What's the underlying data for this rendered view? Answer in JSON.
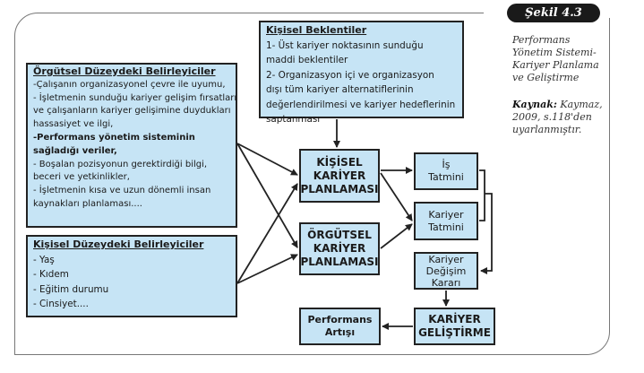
{
  "figure": {
    "badge": "Şekil 4.3",
    "caption_title_lines": [
      "Performans",
      "Yönetim Sistemi-",
      "Kariyer Planlama",
      "ve Geliştirme"
    ],
    "source_label": "Kaynak:",
    "source_lines": [
      " Kaymaz,",
      "2009, s.118'den",
      "uyarlanmıştır."
    ]
  },
  "boxes": {
    "personal_expectations": {
      "title": "Kişisel Beklentiler",
      "lines": [
        "1- Üst kariyer noktasının sunduğu",
        "maddi beklentiler",
        "2- Organizasyon içi ve organizasyon",
        "dışı tüm kariyer alternatiflerinin",
        "değerlendirilmesi ve kariyer hedeflerinin",
        "saptanması"
      ]
    },
    "organizational_determinants": {
      "title": "Örgütsel Düzeydeki Belirleyiciler",
      "lines": [
        "-Çalışanın organizasyonel çevre ile uyumu,",
        "- İşletmenin sunduğu kariyer gelişim fırsatları",
        "ve çalışanların kariyer gelişimine duydukları",
        "hassasiyet ve ilgi,"
      ],
      "bold_lines": [
        "-Performans yönetim sisteminin",
        " sağladığı veriler,"
      ],
      "lines_after": [
        "- Boşalan pozisyonun gerektirdiği bilgi,",
        "beceri ve yetkinlikler,",
        "- İşletmenin kısa ve uzun dönemli insan",
        "kaynakları planlaması...."
      ]
    },
    "personal_determinants": {
      "title": "Kişisel Düzeydeki Belirleyiciler",
      "lines": [
        "- Yaş",
        "- Kıdem",
        "- Eğitim durumu",
        "- Cinsiyet...."
      ]
    },
    "personal_career_planning": [
      "KİŞİSEL",
      "KARİYER",
      "PLANLAMASI"
    ],
    "organizational_career_planning": [
      "ÖRGÜTSEL",
      "KARİYER",
      "PLANLAMASI"
    ],
    "job_satisfaction": [
      "İş",
      "Tatmini"
    ],
    "career_satisfaction": [
      "Kariyer",
      "Tatmini"
    ],
    "career_change_decision": [
      "Kariyer",
      "Değişim",
      "Kararı"
    ],
    "career_development": [
      "KARİYER",
      "GELİŞTİRME"
    ],
    "performance_increase": [
      "Performans",
      "Artışı"
    ]
  },
  "colors": {
    "box_fill": "#c6e4f5",
    "border": "#222222",
    "badge": "#1a1a1a"
  }
}
